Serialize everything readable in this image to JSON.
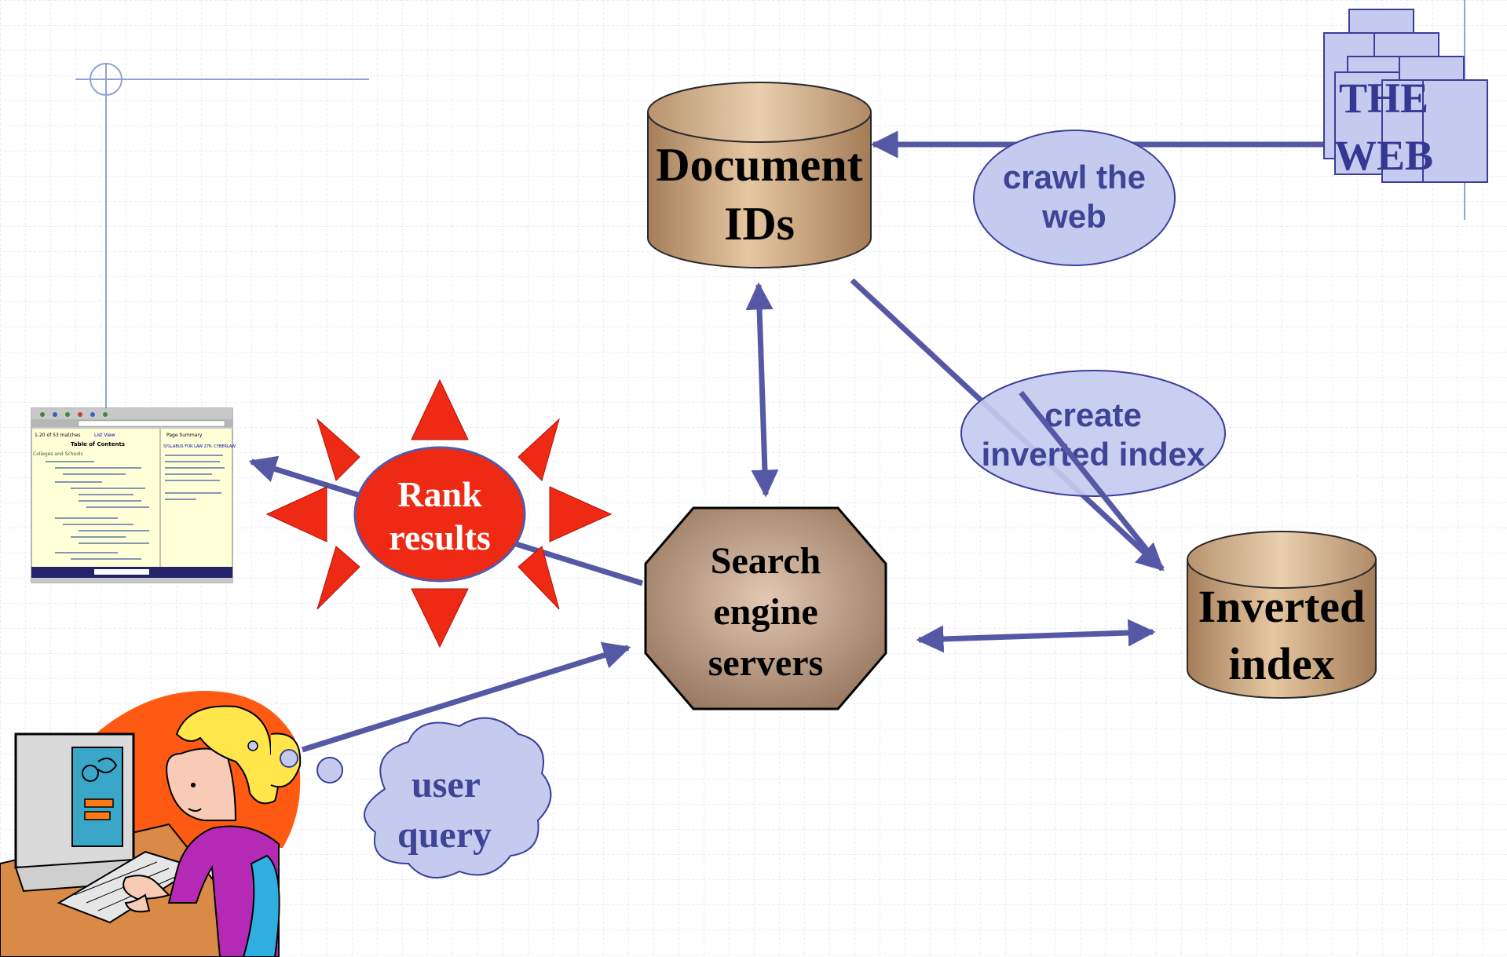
{
  "nodes": {
    "web": {
      "line1": "THE",
      "line2": "WEB"
    },
    "document_ids": {
      "line1": "Document",
      "line2": "IDs"
    },
    "crawl": {
      "line1": "crawl the",
      "line2": "web"
    },
    "create_index": {
      "line1": "create",
      "line2": "inverted index"
    },
    "rank": {
      "line1": "Rank",
      "line2": "results"
    },
    "servers": {
      "line1": "Search",
      "line2": "engine",
      "line3": "servers"
    },
    "inverted_index": {
      "line1": "Inverted",
      "line2": "index"
    },
    "user_query": {
      "line1": "user",
      "line2": "query"
    }
  },
  "results_window": {
    "count": "1-20 of 53 matches",
    "view": "List View",
    "page_summary": "Page Summary",
    "toc": "Table of Contents",
    "section": "Colleges and Schools",
    "link": "SYLLABUS FOR LAW 276: CYBERLAW"
  },
  "colors": {
    "arrow": "#5558a4",
    "cylinder": "#c8a27c",
    "ellipse_fill": "#c4cbef",
    "ellipse_text": "#3e4496",
    "sun": "#ee2a14",
    "octagon": "#b89a82"
  }
}
